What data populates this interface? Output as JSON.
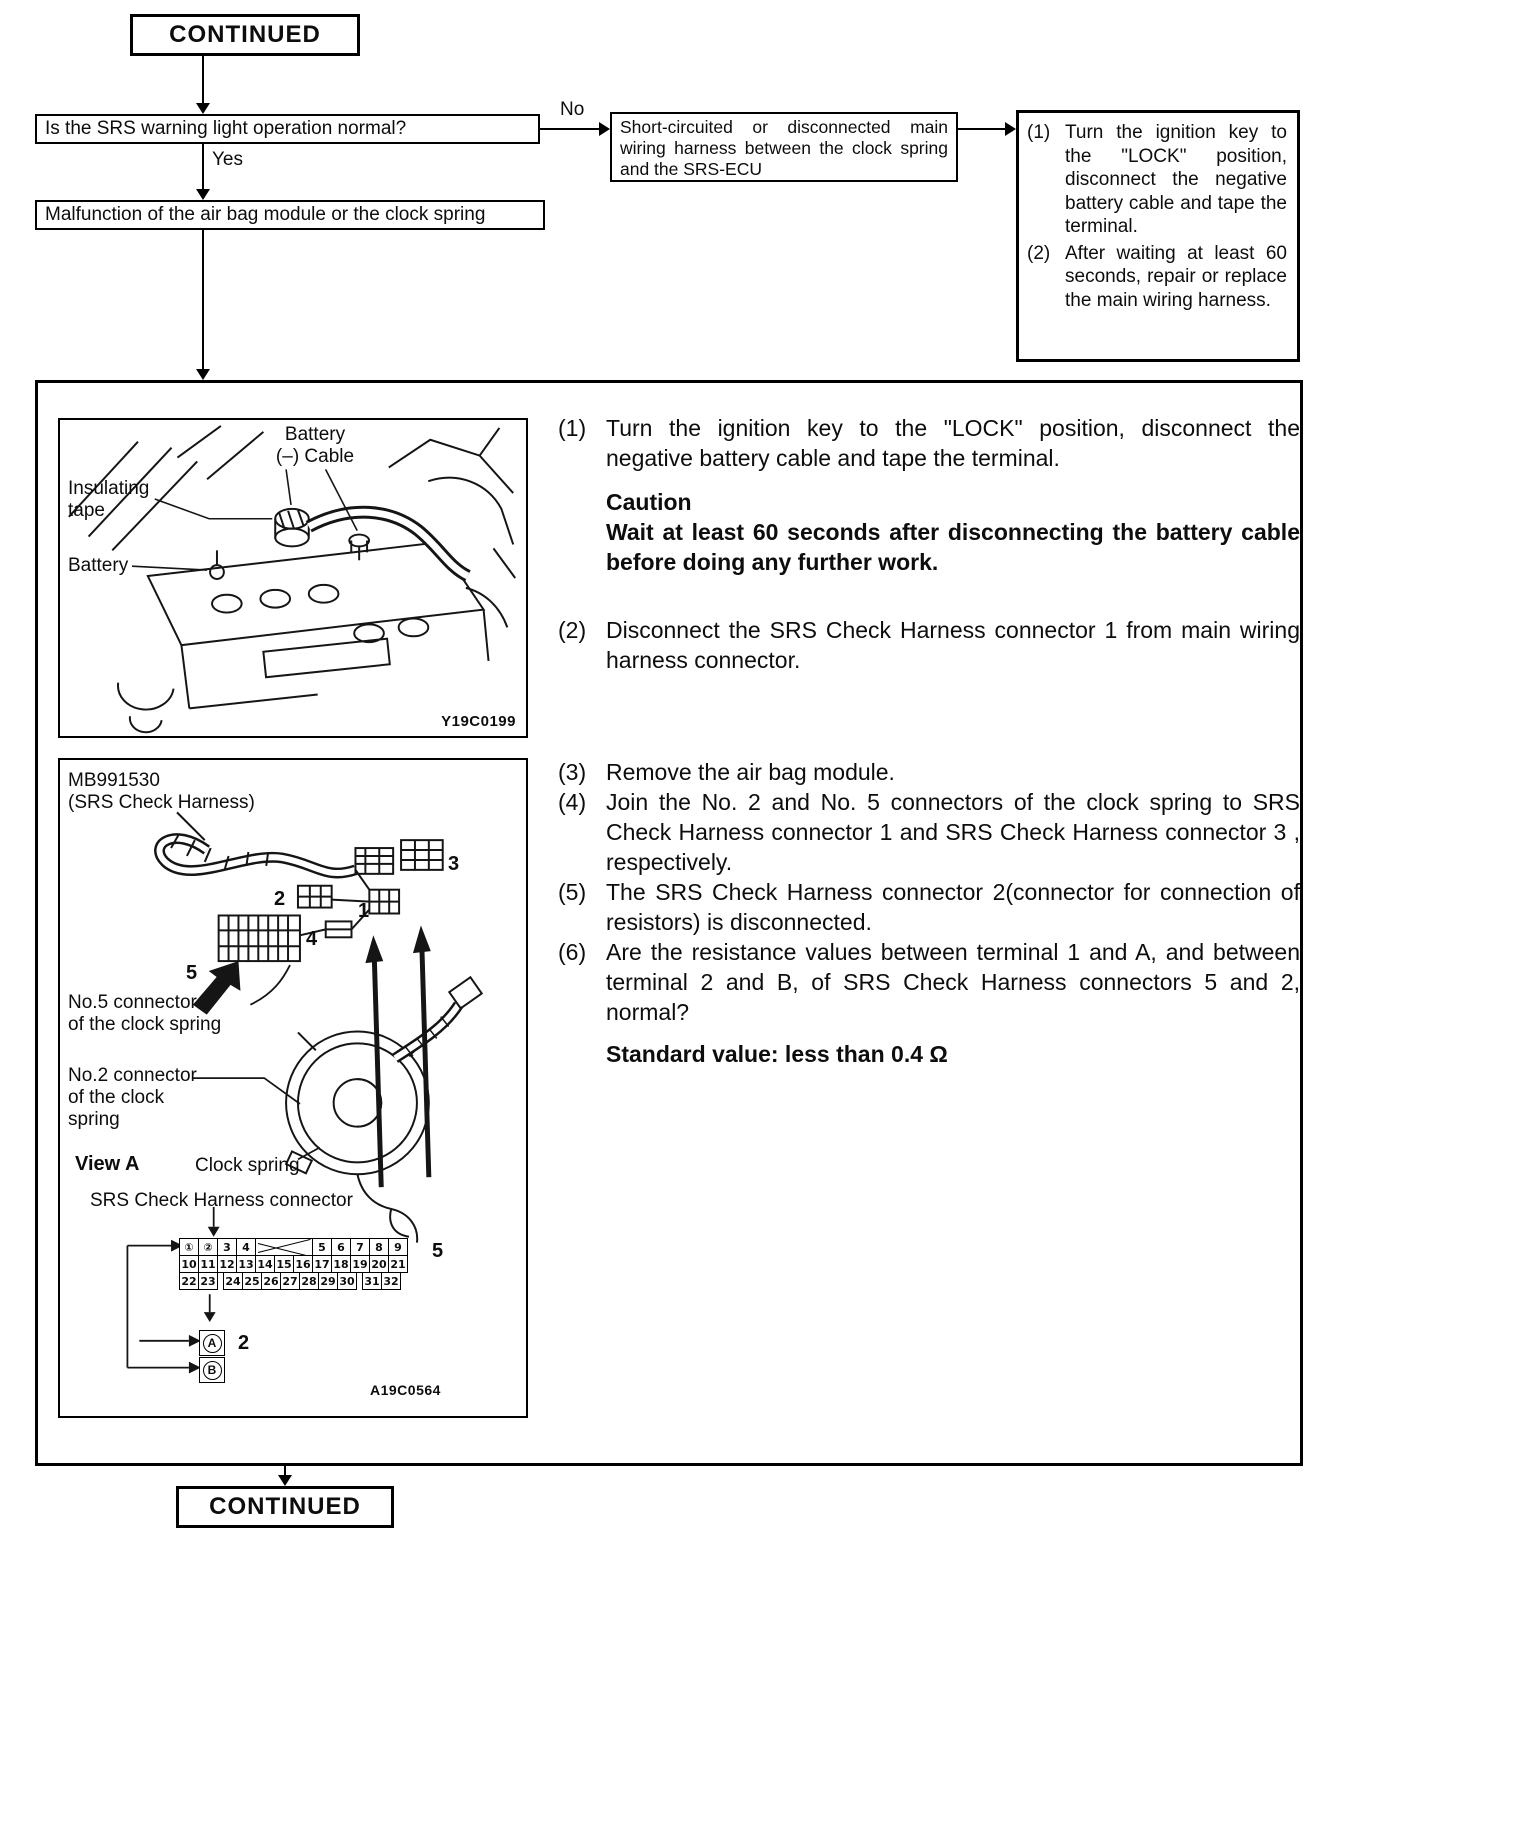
{
  "flow": {
    "continued_top": "CONTINUED",
    "continued_bottom": "CONTINUED",
    "question": "Is the SRS warning light operation normal?",
    "yes_label": "Yes",
    "no_label": "No",
    "result": "Malfunction of the air bag module or the clock spring",
    "branch": "Short-circuited or disconnected main wiring harness between the clock spring and the SRS-ECU",
    "remedy": [
      {
        "num": "(1)",
        "text": "Turn the ignition key to the \"LOCK\" position, disconnect the negative battery cable and tape the terminal."
      },
      {
        "num": "(2)",
        "text": "After waiting at least 60 seconds, repair or replace the main wiring harness."
      }
    ]
  },
  "steps": [
    {
      "num": "(1)",
      "text": "Turn the ignition key to the \"LOCK\" position, disconnect the negative battery cable and tape the terminal."
    },
    {
      "num": "(2)",
      "text": "Disconnect the SRS Check Harness connector 1 from main wiring harness connector."
    },
    {
      "num": "(3)",
      "text": "Remove the air bag module."
    },
    {
      "num": "(4)",
      "text": "Join the No. 2 and No. 5 connectors of the clock spring to SRS Check Harness connector 1 and SRS Check Harness connector 3 , respectively."
    },
    {
      "num": "(5)",
      "text": "The SRS Check Harness connector 2(connector for connection of resistors) is disconnected."
    },
    {
      "num": "(6)",
      "text": "Are the resistance values between terminal 1 and A, and between terminal 2 and B, of SRS Check Harness connectors 5 and 2, normal?"
    }
  ],
  "caution": {
    "title": "Caution",
    "text": "Wait at least 60 seconds after disconnecting the battery cable before doing any further work."
  },
  "standard_value": "Standard value: less than 0.4 Ω",
  "figure1": {
    "battery_cable_label": "Battery\n(–) Cable",
    "insulating_tape_label": "Insulating\ntape",
    "battery_label": "Battery",
    "code": "Y19C0199"
  },
  "figure2": {
    "tool_label": "MB991530\n(SRS Check Harness)",
    "callout_1": "1",
    "callout_2": "2",
    "callout_3": "3",
    "callout_4": "4",
    "callout_5": "5",
    "no5_label": "No.5 connector\nof the clock spring",
    "no2_label": "No.2 connector\nof the clock\nspring",
    "clock_spring_label": "Clock spring",
    "view_label": "View A",
    "connector_label": "SRS Check Harness connector",
    "grid_callout": "5",
    "terminal_callout": "2",
    "terminal_a": "A",
    "terminal_b": "B",
    "code": "A19C0564",
    "pins": {
      "row1a": [
        "①",
        "②",
        "3",
        "4"
      ],
      "row1b": [
        "5",
        "6",
        "7",
        "8",
        "9"
      ],
      "row2": [
        "10",
        "11",
        "12",
        "13",
        "14",
        "15",
        "16",
        "17",
        "18",
        "19",
        "20",
        "21"
      ],
      "row3a": [
        "22",
        "23"
      ],
      "row3b": [
        "24",
        "25",
        "26",
        "27",
        "28",
        "29",
        "30"
      ],
      "row3c": [
        "31",
        "32"
      ]
    }
  }
}
